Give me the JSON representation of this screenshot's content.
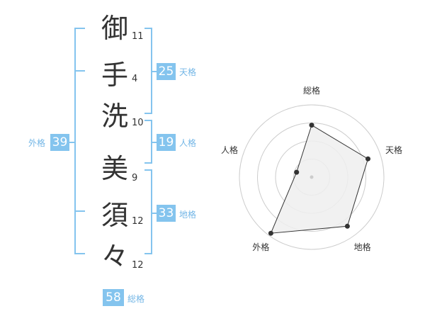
{
  "name_characters": [
    {
      "char": "御",
      "strokes": "11"
    },
    {
      "char": "手",
      "strokes": "4"
    },
    {
      "char": "洗",
      "strokes": "10"
    },
    {
      "char": "美",
      "strokes": "9"
    },
    {
      "char": "須",
      "strokes": "12"
    },
    {
      "char": "々",
      "strokes": "12"
    }
  ],
  "kaku": {
    "tenkaku": {
      "value": "25",
      "label": "天格"
    },
    "jinkaku": {
      "value": "19",
      "label": "人格"
    },
    "chikaku": {
      "value": "33",
      "label": "地格"
    },
    "gaikaku": {
      "value": "39",
      "label": "外格"
    },
    "soukaku": {
      "value": "58",
      "label": "総格"
    }
  },
  "colors": {
    "bracket": "#84c4ee",
    "badge": "#84c4ee",
    "label": "#73b6e6",
    "grid": "#cccccc",
    "radar_fill": "#eeeeee",
    "radar_line": "#333333"
  },
  "chart_data": {
    "type": "radar",
    "axes": [
      "総格",
      "天格",
      "地格",
      "外格",
      "人格"
    ],
    "values": [
      0.72,
      0.82,
      0.84,
      0.96,
      0.22
    ],
    "rings": 4
  }
}
